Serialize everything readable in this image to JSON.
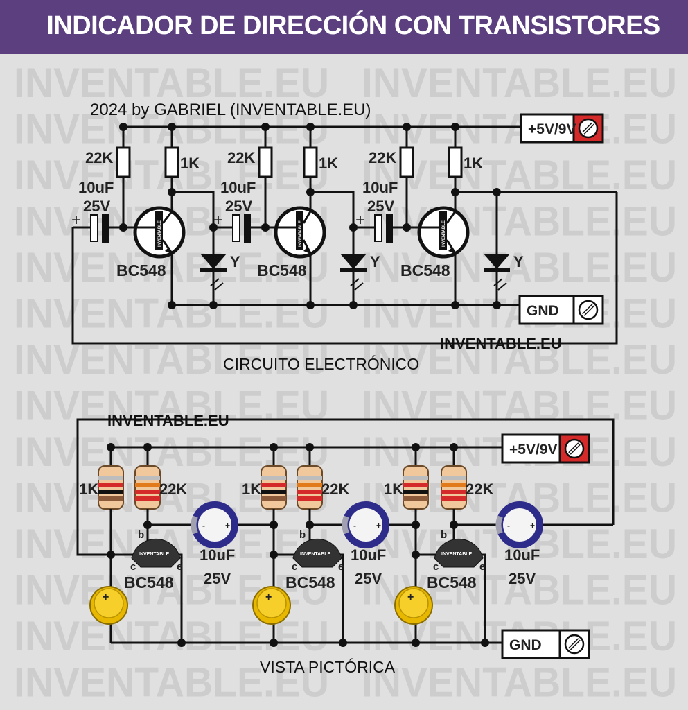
{
  "title": "INDICADOR DE DIRECCIÓN CON TRANSISTORES",
  "watermark": "INVENTABLE.EU",
  "credit": "2024 by GABRIEL (INVENTABLE.EU)",
  "colors": {
    "title_bar": "#5b3f7f",
    "supply_terminal": "#d42a2a",
    "capacitor_ring": "#2e2c8a",
    "led_yellow": "#f5c518"
  },
  "schematic": {
    "caption": "CIRCUITO ELECTRÓNICO",
    "logo": "INVENTABLE.EU",
    "supply_label": "+5V/9V",
    "gnd_label": "GND",
    "stages": [
      {
        "r_base": "22K",
        "r_coll": "1K",
        "cap_value": "10uF",
        "cap_voltage": "25V",
        "cap_plus": "+",
        "transistor": "BC548",
        "transistor_mark": "INVENTABLE",
        "led": "Y"
      },
      {
        "r_base": "22K",
        "r_coll": "1K",
        "cap_value": "10uF",
        "cap_voltage": "25V",
        "cap_plus": "+",
        "transistor": "BC548",
        "transistor_mark": "INVENTABLE",
        "led": "Y"
      },
      {
        "r_base": "22K",
        "r_coll": "1K",
        "cap_value": "10uF",
        "cap_voltage": "25V",
        "cap_plus": "+",
        "transistor": "BC548",
        "transistor_mark": "INVENTABLE",
        "led": "Y"
      }
    ]
  },
  "pictorial": {
    "caption": "VISTA PICTÓRICA",
    "logo": "INVENTABLE.EU",
    "supply_label": "+5V/9V",
    "gnd_label": "GND",
    "stages": [
      {
        "r_coll": "1K",
        "r_base": "22K",
        "cap_value": "10uF",
        "cap_voltage": "25V",
        "cap_minus": "-",
        "cap_plus": "+",
        "transistor": "BC548",
        "transistor_mark": "INVENTABLE",
        "pin_b": "b",
        "pin_c": "c",
        "pin_e": "e",
        "led_plus": "+"
      },
      {
        "r_coll": "1K",
        "r_base": "22K",
        "cap_value": "10uF",
        "cap_voltage": "25V",
        "cap_minus": "-",
        "cap_plus": "+",
        "transistor": "BC548",
        "transistor_mark": "INVENTABLE",
        "pin_b": "b",
        "pin_c": "c",
        "pin_e": "e",
        "led_plus": "+"
      },
      {
        "r_coll": "1K",
        "r_base": "22K",
        "cap_value": "10uF",
        "cap_voltage": "25V",
        "cap_minus": "-",
        "cap_plus": "+",
        "transistor": "BC548",
        "transistor_mark": "INVENTABLE",
        "pin_b": "b",
        "pin_c": "c",
        "pin_e": "e",
        "led_plus": "+"
      }
    ]
  }
}
